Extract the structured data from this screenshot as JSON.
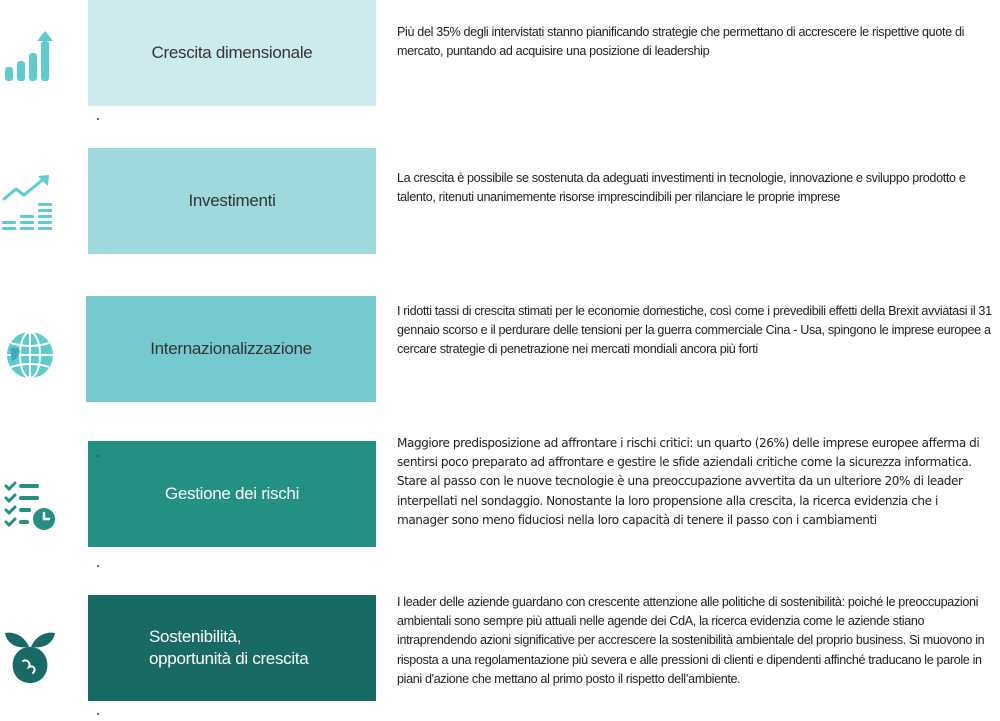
{
  "colors": {
    "icon": "#5ecbd0",
    "icon_dark": "#1e8f8a",
    "text": "#222222"
  },
  "items": [
    {
      "icon": "bar-chart-rising-icon",
      "label": "Crescita dimensionale",
      "color": "#cdebee",
      "text_color": "#333333",
      "description": "Più del 35% degli intervistati stanno pianificando strategie che permettano di accrescere le rispettive quote di mercato, puntando ad acquisire una posizione di leadership"
    },
    {
      "icon": "growth-trend-icon",
      "label": "Investimenti",
      "color": "#9fd9de",
      "text_color": "#333333",
      "description": "La crescita è possibile se sostenuta da adeguati investimenti in tecnologie, innovazione e sviluppo prodotto e talento, ritenuti unanimemente risorse imprescindibili per rilanciare le proprie imprese"
    },
    {
      "icon": "globe-icon",
      "label": "Internazionalizzazione",
      "color": "#75cad0",
      "text_color": "#333333",
      "description": "I ridotti tassi di crescita stimati per le economie domestiche, così come i prevedibili effetti della Brexit avviatasi il 31 gennaio scorso e il perdurare delle tensioni per la guerra commerciale Cina - Usa, spingono le imprese europee a cercare strategie di penetrazione nei mercati mondiali ancora più forti"
    },
    {
      "icon": "checklist-clock-icon",
      "label": "Gestione dei rischi",
      "color": "#229183",
      "text_color": "#ffffff",
      "description": "Maggiore predisposizione ad affrontare i rischi critici: un quarto (26%) delle imprese europee afferma di sentirsi poco preparato ad affrontare e gestire le sfide aziendali critiche come la sicurezza informatica. Stare al passo con le nuove tecnologie è una preoccupazione avvertita da un ulteriore 20% di leader interpellati nel sondaggio. Nonostante la loro propensione alla crescita, la ricerca evidenzia che i manager sono meno fiduciosi nella loro capacità di tenere il passo con i cambiamenti"
    },
    {
      "icon": "sustainability-leaf-icon",
      "label": "Sostenibilità,\nopportunità di crescita",
      "color": "#186a64",
      "text_color": "#ffffff",
      "description": "I leader delle aziende guardano con crescente attenzione alle politiche di sostenibilità: poiché le preoccupazioni ambientali sono sempre più attuali nelle agende dei CdA, la ricerca evidenzia come le aziende stiano intraprendendo azioni significative per accrescere la sostenibilità ambientale del proprio business. Si muovono in risposta a una regolamentazione più severa e alle pressioni di clienti e dipendenti affinché traducano le parole in piani d'azione che mettano al primo posto il rispetto dell’ambiente."
    }
  ]
}
